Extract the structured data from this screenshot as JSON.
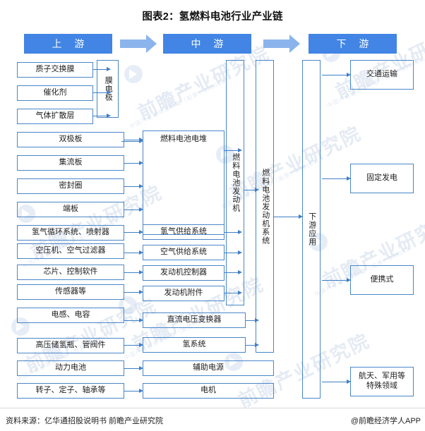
{
  "title": "图表2：氢燃料电池行业产业链",
  "headers": [
    {
      "label": "上 游",
      "name": "header-upstream"
    },
    {
      "label": "中 游",
      "name": "header-midstream"
    },
    {
      "label": "下 游",
      "name": "header-downstream"
    }
  ],
  "colors": {
    "header_blue": "#4285e4",
    "big_arrow_blue": "#8cb4ec",
    "box_border": "#4a86c8",
    "connector_blue": "#3f7fc6",
    "watermark": "#c9d6ea"
  },
  "upstream": {
    "items": [
      {
        "label": "质子交换膜"
      },
      {
        "label": "催化剂"
      },
      {
        "label": "气体扩散层"
      },
      {
        "label": "双极板"
      },
      {
        "label": "集流板"
      },
      {
        "label": "密封圈"
      },
      {
        "label": "端板"
      },
      {
        "label": "氢气循环系统、喷射器"
      },
      {
        "label": "空压机、空气过滤器"
      },
      {
        "label": "芯片、控制软件"
      },
      {
        "label": "传感器等"
      },
      {
        "label": "电感、电容"
      },
      {
        "label": "高压储氢瓶、管阀件"
      },
      {
        "label": "动力电池"
      },
      {
        "label": "转子、定子、轴承等"
      }
    ],
    "mea": "膜电极"
  },
  "midstream": {
    "items": [
      {
        "label": "燃料电池电堆"
      },
      {
        "label": "氢气供给系统"
      },
      {
        "label": "空气供给系统"
      },
      {
        "label": "发动机控制器"
      },
      {
        "label": "发动机附件"
      },
      {
        "label": "直流电压变换器"
      },
      {
        "label": "氢系统"
      },
      {
        "label": "辅助电源"
      },
      {
        "label": "电机"
      }
    ],
    "engine": "燃料电池发动机",
    "engine_system": "燃料电池发动机系统"
  },
  "downstream": {
    "spine": "下游应用",
    "items": [
      {
        "label": "交通运输"
      },
      {
        "label": "固定发电"
      },
      {
        "label": "便携式"
      },
      {
        "label": "航天、军用等",
        "label2": "特殊领域"
      }
    ]
  },
  "footer": {
    "source": "资料来源：亿华通招股说明书 前瞻产业研究院",
    "brand": "@前瞻经济学人APP"
  },
  "watermarks": {
    "big": "前瞻产业研究院",
    "small": "中国产业咨询领导者（股票：839599）"
  }
}
